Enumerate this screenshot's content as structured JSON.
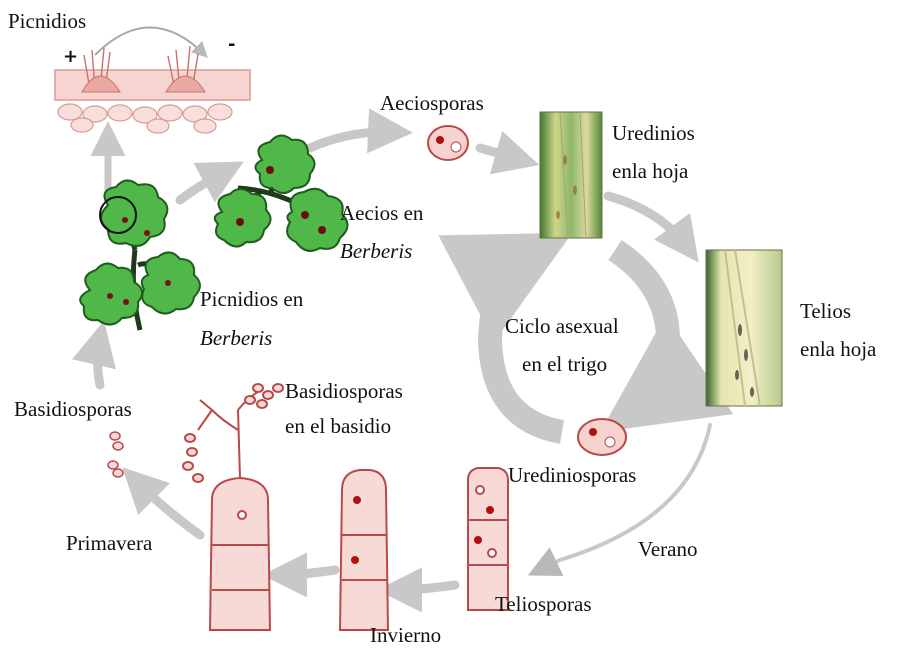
{
  "labels": {
    "picnidios": "Picnidios",
    "aeciosporas": "Aeciosporas",
    "uredinios_1": "Uredinios",
    "uredinios_2": "enla hoja",
    "aecios_1": "Aecios en",
    "aecios_2": "Berberis",
    "picnidios_en_1": "Picnidios en",
    "picnidios_en_2": "Berberis",
    "telios_1": "Telios",
    "telios_2": "enla hoja",
    "ciclo_1": "Ciclo asexual",
    "ciclo_2": "en el trigo",
    "basidiosporas": "Basidiosporas",
    "basidio_1": "Basidiosporas",
    "basidio_2": "en el basidio",
    "urediniosporas": "Urediniosporas",
    "verano": "Verano",
    "primavera": "Primavera",
    "teliosporas": "Teliosporas",
    "invierno": "Invierno",
    "plus_sign": "+",
    "minus_sign": "-"
  },
  "colors": {
    "arrow": "#c8c8c8",
    "leaf": "#4fb848",
    "leaf_edge": "#1f5c1f",
    "spore_fill": "#f6d3cf",
    "spore_edge": "#b84a4a",
    "nucleus": "#b01010",
    "cell_fill": "#f7dad6",
    "leaf_photo_light": "#e9e8b4",
    "leaf_photo_dark": "#4a8a3a"
  }
}
